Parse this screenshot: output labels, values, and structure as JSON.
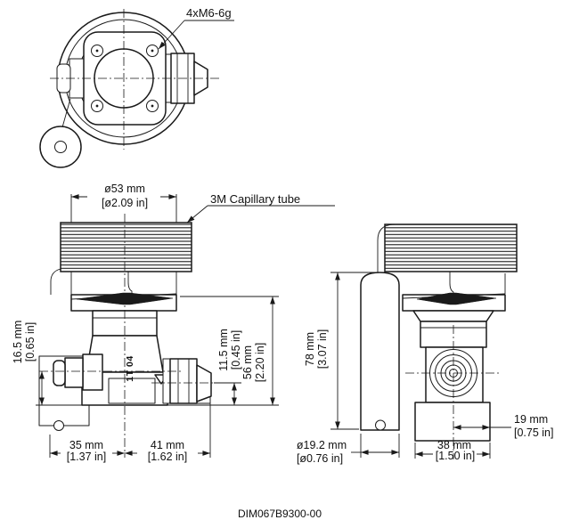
{
  "drawing": {
    "doc_code": "DIM067B9300-00",
    "labels": {
      "bolt_spec": "4xM6-6g",
      "capillary": "3M Capillary tube",
      "body_marking": "1T 04"
    },
    "colors": {
      "line": "#1a1a1a",
      "background": "#ffffff"
    },
    "dimensions": {
      "flange_diameter": {
        "mm": "ø53 mm",
        "in": "[ø2.09 in]"
      },
      "flare_port_center_height": {
        "mm": "16.5 mm",
        "in": "[0.65 in]"
      },
      "solder_port_center_height": {
        "mm": "11.5 mm",
        "in": "[0.45 in]"
      },
      "valve_body_height": {
        "mm": "56 mm",
        "in": "[2.20 in]"
      },
      "center_to_flare_end": {
        "mm": "35 mm",
        "in": "[1.37 in]"
      },
      "center_to_solder_end": {
        "mm": "41 mm",
        "in": "[1.62 in]"
      },
      "bulb_length": {
        "mm": "78 mm",
        "in": "[3.07 in]"
      },
      "bulb_diameter": {
        "mm": "ø19.2 mm",
        "in": "[ø0.76 in]"
      },
      "body_depth": {
        "mm": "38 mm",
        "in": "[1.50 in]"
      },
      "center_to_back": {
        "mm": "19 mm",
        "in": "[0.75 in]"
      }
    }
  }
}
